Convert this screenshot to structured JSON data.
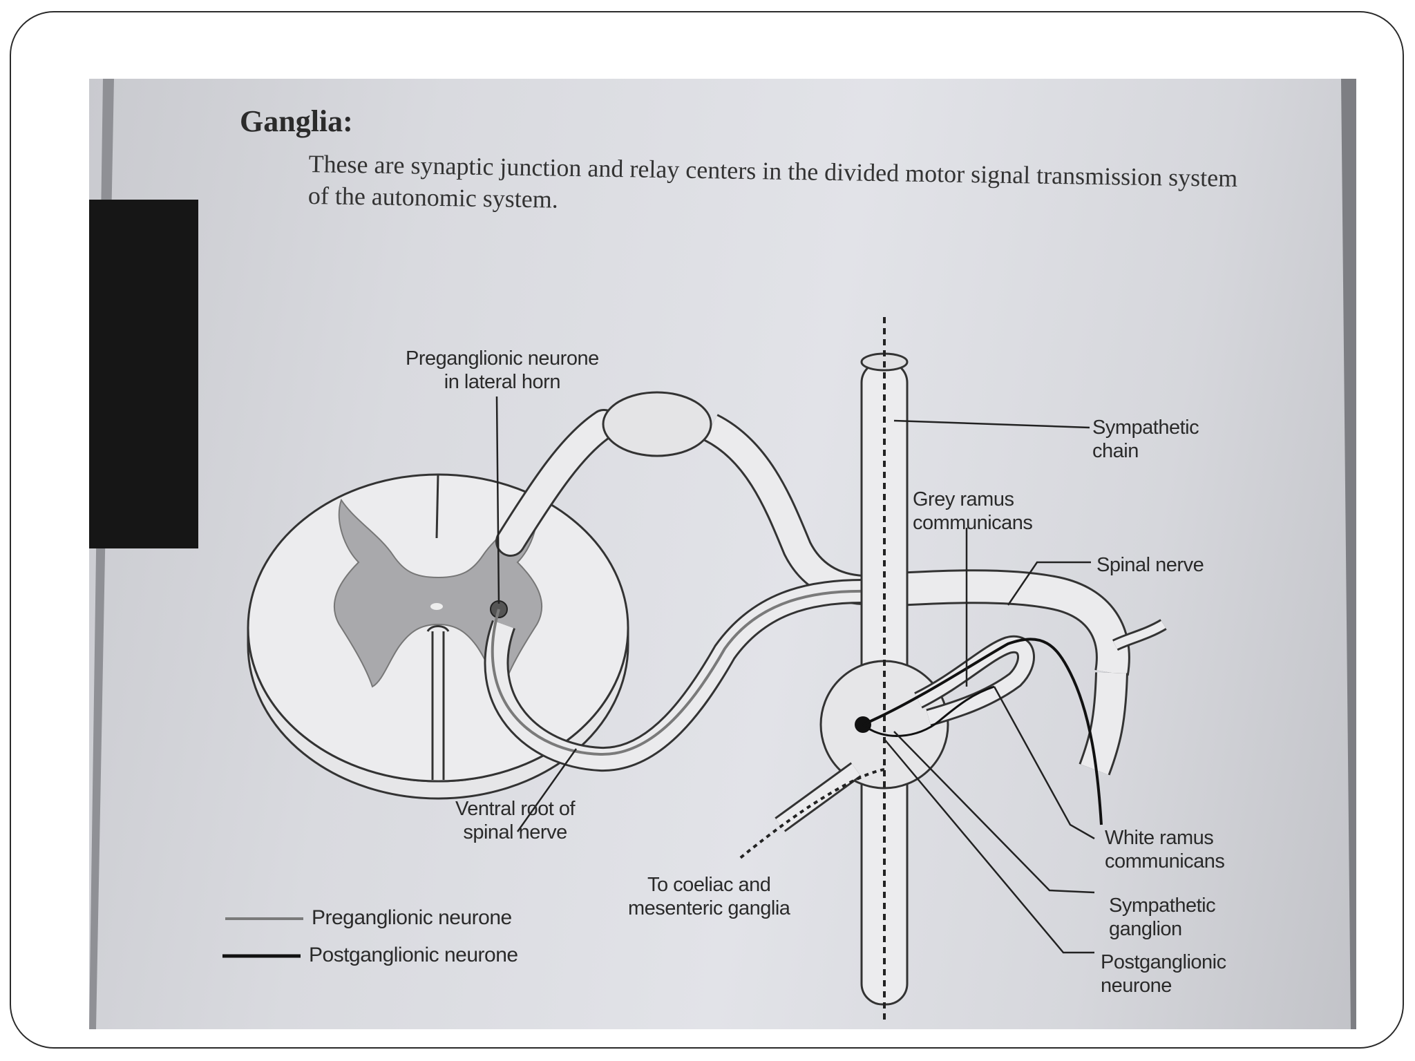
{
  "heading": "Ganglia:",
  "intro": "These are synaptic junction and relay centers in the divided motor signal transmission system of the autonomic system.",
  "labels": {
    "preganglionic_in_lateral_horn": "Preganglionic neurone\nin lateral horn",
    "sympathetic_chain": "Sympathetic\nchain",
    "grey_ramus": "Grey ramus\ncommunicans",
    "spinal_nerve": "Spinal nerve",
    "ventral_root": "Ventral root of\nspinal nerve",
    "to_coeliac": "To coeliac and\nmesenteric ganglia",
    "white_ramus": "White ramus\ncommunicans",
    "sympathetic_ganglion": "Sympathetic\nganglion",
    "postganglionic_neurone": "Postganglionic\nneurone"
  },
  "legend": [
    {
      "label": "Preganglionic neurone",
      "color": "#7a7a7a"
    },
    {
      "label": "Postganglionic neurone",
      "color": "#111111"
    }
  ],
  "colors": {
    "paper": "#dcdde2",
    "grey_matter": "#a9a9ac",
    "nerve_fill": "#ebebed",
    "ink": "#222222",
    "redaction": "#161616"
  }
}
